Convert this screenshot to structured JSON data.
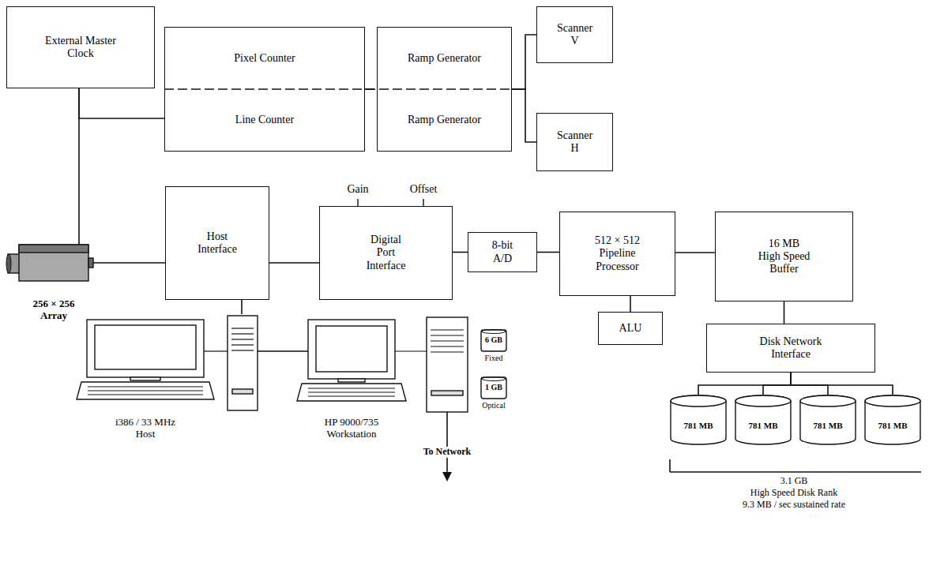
{
  "diagram": {
    "nodes": [
      {
        "text": [
          "External Master Clock"
        ]
      },
      {
        "text": [
          "Pixel Counter",
          "Line Counter"
        ]
      },
      {
        "text": [
          "Ramp Generator",
          "Ramp Generator"
        ]
      },
      {
        "text": [
          "Scanner V"
        ]
      },
      {
        "text": [
          "Scanner H"
        ]
      },
      {
        "text": [
          "256 × 256 Array"
        ]
      },
      {
        "text": [
          "Host Interface"
        ]
      },
      {
        "text": [
          "Digital Port Interface"
        ]
      },
      {
        "text": [
          "8-bit A/D"
        ]
      },
      {
        "text": [
          "512 × 512 Pipeline Processor"
        ]
      },
      {
        "text": [
          "ALU"
        ]
      },
      {
        "text": [
          "16 MB High Speed Buffer"
        ]
      },
      {
        "text": [
          "Disk Network Interface"
        ]
      },
      {
        "text": [
          "781 MB"
        ]
      },
      {
        "text": [
          "781 MB"
        ]
      },
      {
        "text": [
          "781 MB"
        ]
      },
      {
        "text": [
          "781 MB"
        ]
      },
      {
        "text": [
          "i386 / 33 MHz Host"
        ]
      },
      {
        "text": [
          "HP 9000/735 Workstation"
        ]
      }
    ],
    "edges": [
      {
        "from": 0,
        "to": 1,
        "arrow": "none"
      },
      {
        "from": 0,
        "to": 5,
        "arrow": "none"
      },
      {
        "from": 1,
        "to": 2,
        "arrow": "none"
      },
      {
        "from": 2,
        "to": 3,
        "arrow": "none"
      },
      {
        "from": 2,
        "to": 4,
        "arrow": "none"
      },
      {
        "from": 5,
        "to": 6,
        "arrow": "none"
      },
      {
        "from": 6,
        "to": 7,
        "arrow": "none"
      },
      {
        "from": 7,
        "to": 8,
        "arrow": "none"
      },
      {
        "from": 8,
        "to": 9,
        "arrow": "none"
      },
      {
        "from": 9,
        "to": 11,
        "arrow": "none"
      },
      {
        "from": 9,
        "to": 10,
        "arrow": "none"
      },
      {
        "from": 11,
        "to": 12,
        "arrow": "none"
      },
      {
        "from": 12,
        "to": 13,
        "arrow": "none"
      },
      {
        "from": 12,
        "to": 14,
        "arrow": "none"
      },
      {
        "from": 12,
        "to": 15,
        "arrow": "none"
      },
      {
        "from": 12,
        "to": 16,
        "arrow": "none"
      },
      {
        "from": 6,
        "to": 17,
        "arrow": "none"
      },
      {
        "from": 17,
        "to": 18,
        "arrow": "none"
      }
    ],
    "labels": [
      "Gain",
      "Offset",
      "6 GB",
      "Fixed",
      "1 GB",
      "Optical",
      "To Network",
      "3.1 GB",
      "High Speed Disk Rank",
      "9.3 MB / sec sustained rate"
    ]
  }
}
